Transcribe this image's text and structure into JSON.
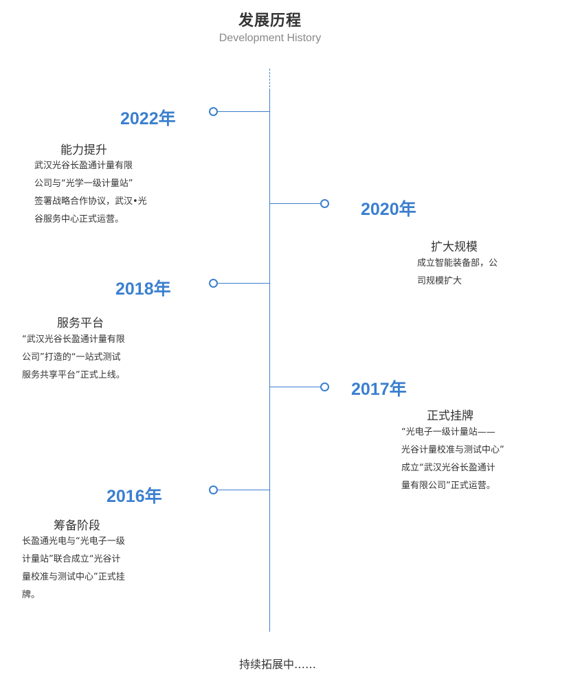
{
  "header": {
    "title": "发展历程",
    "subtitle": "Development History"
  },
  "colors": {
    "accent": "#3b7fcf",
    "text": "#333333",
    "muted": "#888888"
  },
  "timeline": [
    {
      "year": "2022年",
      "heading": "能力提升",
      "lines": [
        "武汉光谷长盈通计量有限",
        "公司与“光学一级计量站”",
        "签署战略合作协议，武汉•光",
        "谷服务中心正式运营。"
      ]
    },
    {
      "year": "2020年",
      "heading": "扩大规模",
      "lines": [
        "成立智能装备部，公",
        "司规模扩大"
      ]
    },
    {
      "year": "2018年",
      "heading": "服务平台",
      "lines": [
        "“武汉光谷长盈通计量有限",
        "公司”打造的“一站式测试",
        "服务共享平台”正式上线。"
      ]
    },
    {
      "year": "2017年",
      "heading": "正式挂牌",
      "lines": [
        "“光电子一级计量站——",
        "光谷计量校准与测试中心”",
        "成立“武汉光谷长盈通计",
        "量有限公司”正式运营。"
      ]
    },
    {
      "year": "2016年",
      "heading": "筹备阶段",
      "lines": [
        "长盈通光电与“光电子一级",
        "计量站”联合成立“光谷计",
        "量校准与测试中心”正式挂",
        "牌。"
      ]
    }
  ],
  "footer": {
    "text": "持续拓展中……"
  }
}
